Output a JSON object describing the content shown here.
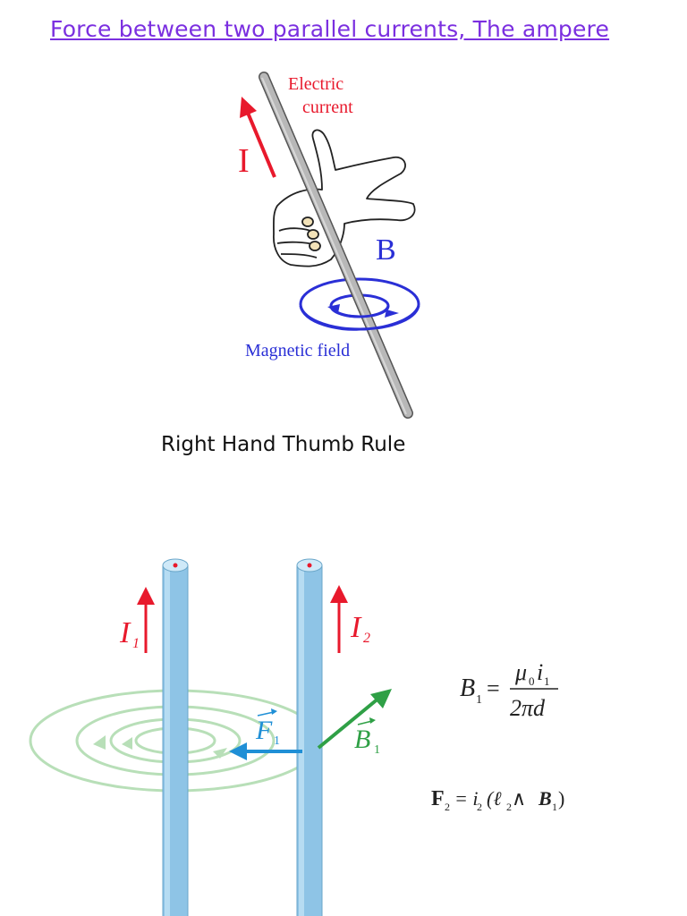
{
  "header": {
    "title": "Force between two parallel currents,  The  ampere"
  },
  "figure1": {
    "label_electric_line1": "Electric",
    "label_electric_line2": "current",
    "label_I": "I",
    "label_B": "B",
    "label_magnetic": "Magnetic field",
    "caption": "Right Hand Thumb Rule",
    "colors": {
      "current": "#e8192c",
      "field": "#2a2fd6",
      "wire": "#b8b8b8"
    }
  },
  "figure2": {
    "label_I": "I",
    "sub_1": "1",
    "sub_2": "2",
    "label_F": "F",
    "label_B": "B",
    "colors": {
      "wire": "#8ec4e6",
      "current": "#e8192c",
      "field": "#2fa046",
      "force": "#1f8fd6",
      "rings": "#b8dfb8"
    }
  },
  "equations": {
    "b1_lhs": "B",
    "b1_lhs_sub": "1",
    "b1_eq": "=",
    "b1_num_mu": "μ",
    "b1_num_mu_sub": "0",
    "b1_num_i": "i",
    "b1_num_i_sub": "1",
    "b1_den": "2πd",
    "f2_text": "F",
    "f2_sub": "2",
    "f2_rhs": "= i",
    "f2_rhs_sub": "2",
    "f2_paren_open": "(ℓ",
    "f2_l_sub": "2",
    "f2_wedge": " ∧ ",
    "f2_b": "B",
    "f2_b_sub": "1",
    "f2_paren_close": ")"
  }
}
